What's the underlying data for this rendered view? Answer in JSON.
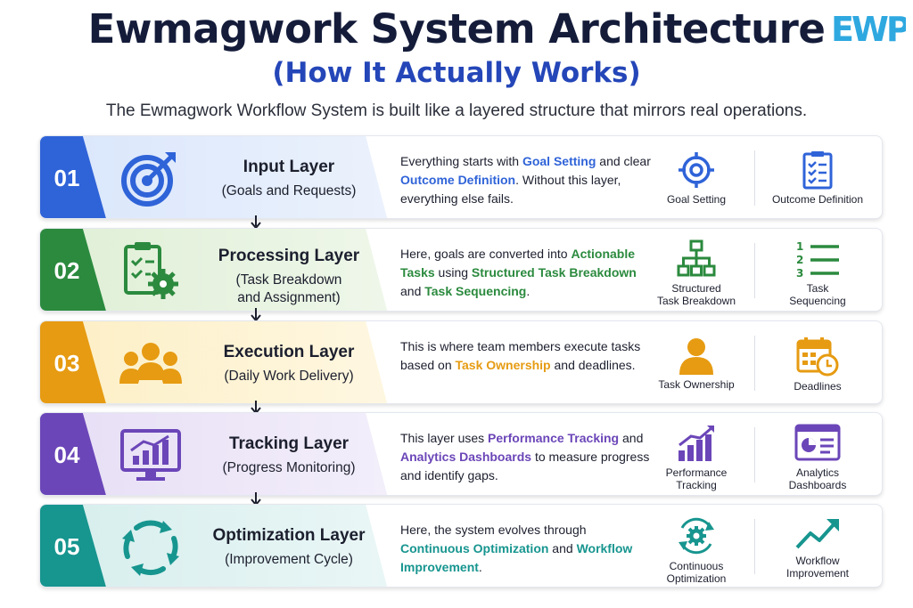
{
  "header": {
    "title": "Ewmagwork System Architecture",
    "subtitle": "(How It Actually Works)",
    "intro": "The Ewmagwork Workflow System is built like a layered structure that mirrors real operations.",
    "logo_text": "EWP"
  },
  "colors": {
    "blue": "#2f63d8",
    "green": "#2b8a3e",
    "orange": "#e69b12",
    "purple": "#6b46b8",
    "teal": "#17958f",
    "navy": "#141c3a",
    "subtitle": "#2446b8",
    "logo": "#2fa8e0"
  },
  "layers": [
    {
      "number": "01",
      "title": "Input Layer",
      "subtitle_lines": [
        "(Goals and Requests)"
      ],
      "icon": "target-icon",
      "description": [
        {
          "text": "Everything starts with ",
          "hl": false
        },
        {
          "text": "Goal Setting",
          "hl": true
        },
        {
          "text": " and clear ",
          "hl": false
        },
        {
          "text": "Outcome Definition",
          "hl": true
        },
        {
          "text": ". Without this layer, everything else fails.",
          "hl": false
        }
      ],
      "features": [
        {
          "label": "Goal Setting",
          "icon": "crosshair-icon"
        },
        {
          "label": "Outcome Definition",
          "icon": "clipboard-checklist-icon"
        }
      ]
    },
    {
      "number": "02",
      "title": "Processing Layer",
      "subtitle_lines": [
        "(Task Breakdown",
        "and Assignment)"
      ],
      "icon": "clipboard-gear-icon",
      "description": [
        {
          "text": "Here, goals are converted into ",
          "hl": false
        },
        {
          "text": "Actionable Tasks",
          "hl": true
        },
        {
          "text": " using ",
          "hl": false
        },
        {
          "text": "Structured Task Breakdown",
          "hl": true
        },
        {
          "text": " and ",
          "hl": false
        },
        {
          "text": "Task Sequencing",
          "hl": true
        },
        {
          "text": ".",
          "hl": false
        }
      ],
      "features": [
        {
          "label": "Structured\nTask Breakdown",
          "icon": "hierarchy-icon"
        },
        {
          "label": "Task\nSequencing",
          "icon": "numbered-list-icon"
        }
      ]
    },
    {
      "number": "03",
      "title": "Execution Layer",
      "subtitle_lines": [
        "(Daily Work Delivery)"
      ],
      "icon": "team-icon",
      "description": [
        {
          "text": "This is where team members execute tasks based on ",
          "hl": false
        },
        {
          "text": "Task Ownership",
          "hl": true
        },
        {
          "text": " and deadlines.",
          "hl": false
        }
      ],
      "features": [
        {
          "label": "Task Ownership",
          "icon": "person-icon"
        },
        {
          "label": "Deadlines",
          "icon": "calendar-clock-icon"
        }
      ]
    },
    {
      "number": "04",
      "title": "Tracking Layer",
      "subtitle_lines": [
        "(Progress Monitoring)"
      ],
      "icon": "monitor-chart-icon",
      "description": [
        {
          "text": "This layer uses ",
          "hl": false
        },
        {
          "text": "Performance Tracking",
          "hl": true
        },
        {
          "text": " and ",
          "hl": false
        },
        {
          "text": "Analytics Dashboards",
          "hl": true
        },
        {
          "text": " to measure progress and identify gaps.",
          "hl": false
        }
      ],
      "features": [
        {
          "label": "Performance\nTracking",
          "icon": "bar-chart-trend-icon"
        },
        {
          "label": "Analytics\nDashboards",
          "icon": "dashboard-icon"
        }
      ]
    },
    {
      "number": "05",
      "title": "Optimization Layer",
      "subtitle_lines": [
        "(Improvement Cycle)"
      ],
      "icon": "cycle-arrows-icon",
      "description": [
        {
          "text": "Here, the system evolves through ",
          "hl": false
        },
        {
          "text": "Continuous Optimization",
          "hl": true
        },
        {
          "text": " and ",
          "hl": false
        },
        {
          "text": "Workflow Improvement",
          "hl": true
        },
        {
          "text": ".",
          "hl": false
        }
      ],
      "features": [
        {
          "label": "Continuous\nOptimization",
          "icon": "gear-cycle-icon"
        },
        {
          "label": "Workflow\nImprovement",
          "icon": "trend-up-icon"
        }
      ]
    }
  ]
}
